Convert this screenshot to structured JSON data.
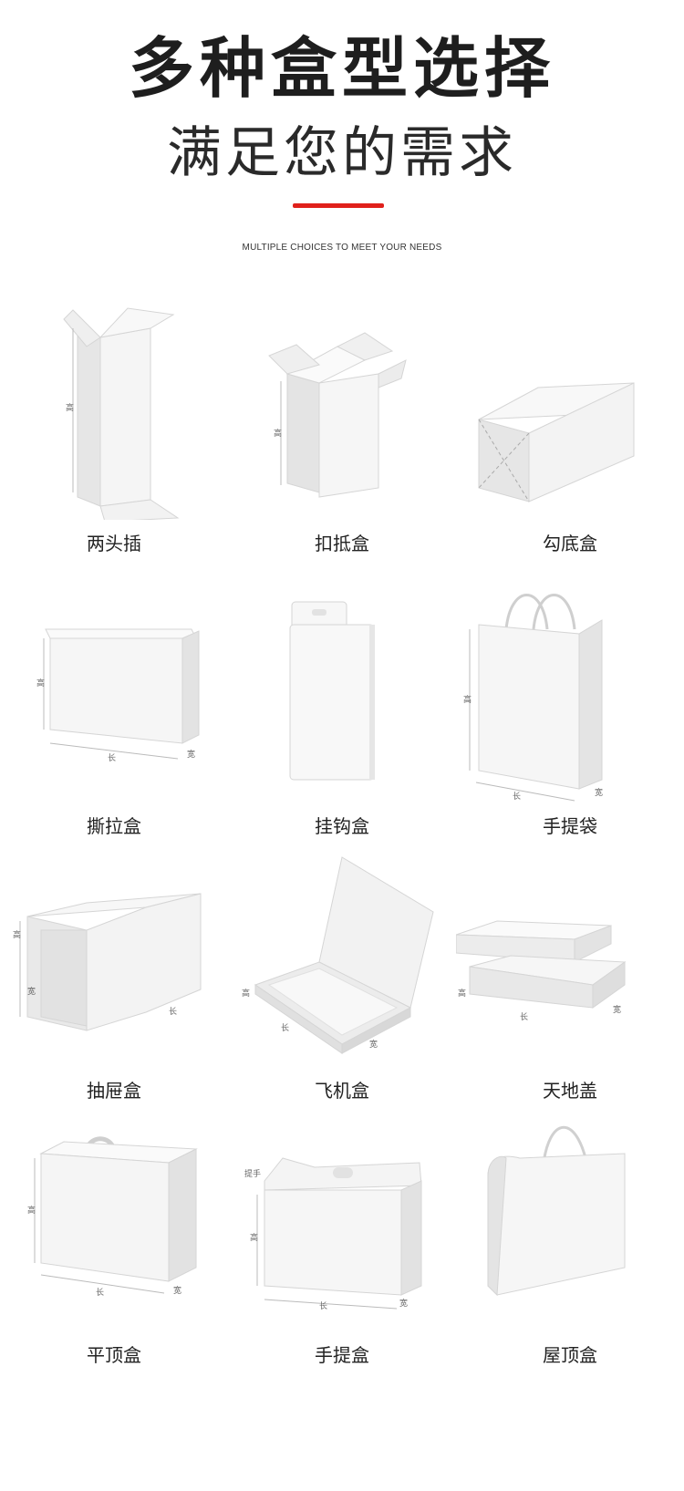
{
  "header": {
    "title": "多种盒型选择",
    "subtitle": "满足您的需求",
    "tagline": "MULTIPLE CHOICES TO MEET YOUR NEEDS"
  },
  "dims": {
    "height": "高",
    "length": "长",
    "width": "宽",
    "handle": "提手"
  },
  "boxes": [
    {
      "label": "两头插"
    },
    {
      "label": "扣抵盒"
    },
    {
      "label": "勾底盒"
    },
    {
      "label": "撕拉盒"
    },
    {
      "label": "挂钩盒"
    },
    {
      "label": "手提袋"
    },
    {
      "label": "抽屉盒"
    },
    {
      "label": "飞机盒"
    },
    {
      "label": "天地盖"
    },
    {
      "label": "平顶盒"
    },
    {
      "label": "手提盒"
    },
    {
      "label": "屋顶盒"
    }
  ],
  "colors": {
    "accent": "#e0201b",
    "title": "#1e1e1e",
    "box_face": "#f6f6f6",
    "box_shade": "#e2e2e2"
  }
}
